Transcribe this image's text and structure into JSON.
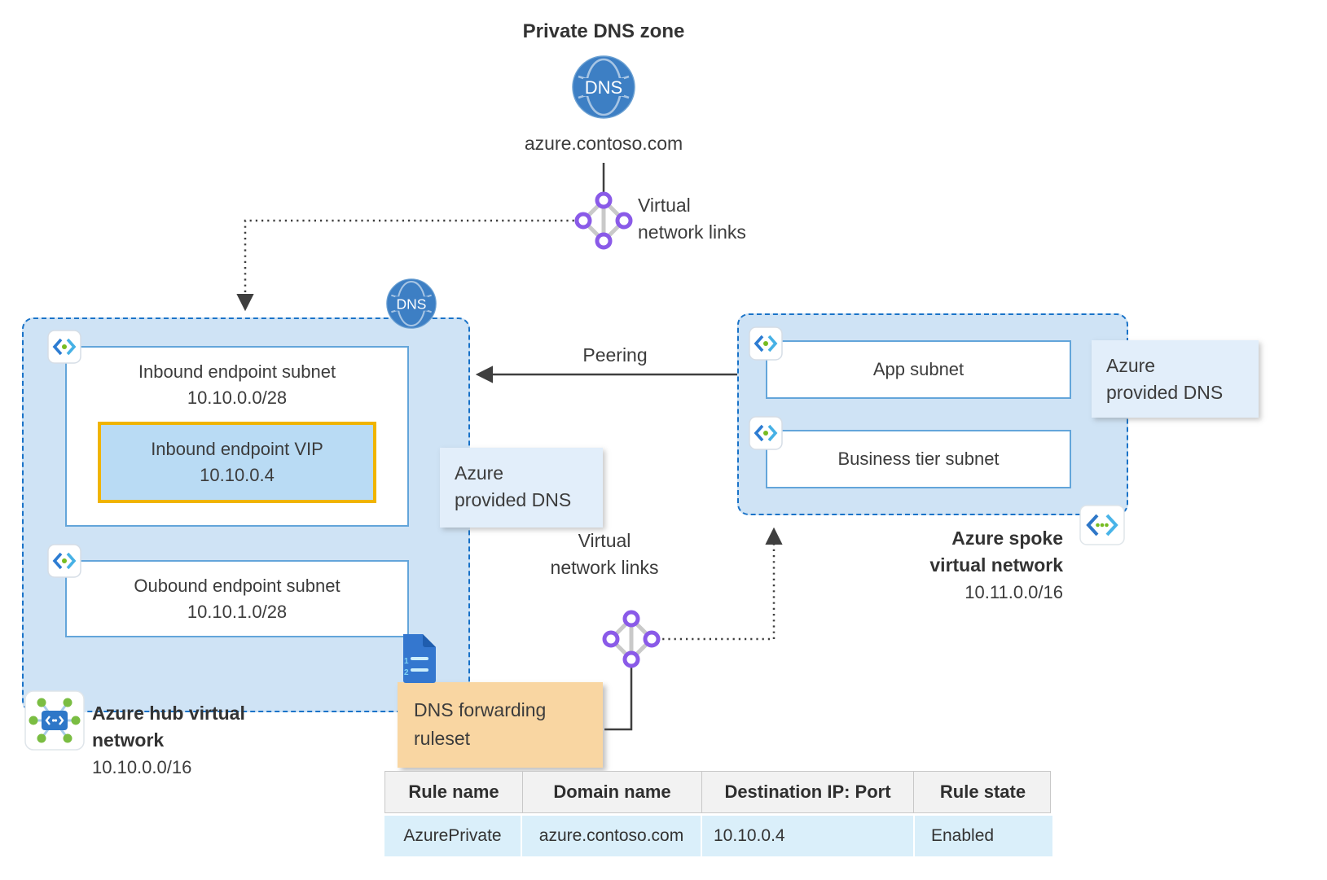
{
  "colors": {
    "network_fill": "#cfe3f5",
    "network_border": "#1a73c8",
    "vip_border": "#f0b400",
    "label_fill": "#e2eefa",
    "ruleset_fill": "#f9d6a2",
    "table_row_fill": "#daeffa",
    "connector": "#3f3f3f"
  },
  "private_dns": {
    "title": "Private DNS zone",
    "badge": "DNS",
    "domain": "azure.contoso.com"
  },
  "vnet_links_top": {
    "line1": "Virtual",
    "line2": "network links"
  },
  "vnet_links_bottom": {
    "line1": "Virtual",
    "line2": "network links"
  },
  "peering": "Peering",
  "hub": {
    "badge": "DNS",
    "inbound": {
      "name": "Inbound endpoint subnet",
      "cidr": "10.10.0.0/28"
    },
    "vip": {
      "name": "Inbound endpoint VIP",
      "ip": "10.10.0.4"
    },
    "outbound": {
      "name": "Oubound endpoint subnet",
      "cidr": "10.10.1.0/28"
    },
    "label_line1": "Azure hub virtual",
    "label_line2": "network",
    "cidr": "10.10.0.0/16"
  },
  "spoke": {
    "app_subnet": "App subnet",
    "business_subnet": "Business tier subnet",
    "label_line1": "Azure spoke",
    "label_line2": "virtual network",
    "cidr": "10.11.0.0/16"
  },
  "provided_dns_left": {
    "line1": "Azure",
    "line2": "provided DNS"
  },
  "provided_dns_right": {
    "line1": "Azure",
    "line2": "provided DNS"
  },
  "ruleset": {
    "line1": "DNS forwarding",
    "line2": "ruleset",
    "doc_line_1": "1",
    "doc_line_2": "2"
  },
  "table": {
    "headers": [
      "Rule name",
      "Domain name",
      "Destination IP: Port",
      "Rule state"
    ],
    "rows": [
      [
        "AzurePrivate",
        "azure.contoso.com",
        "10.10.0.4",
        "Enabled"
      ]
    ]
  }
}
